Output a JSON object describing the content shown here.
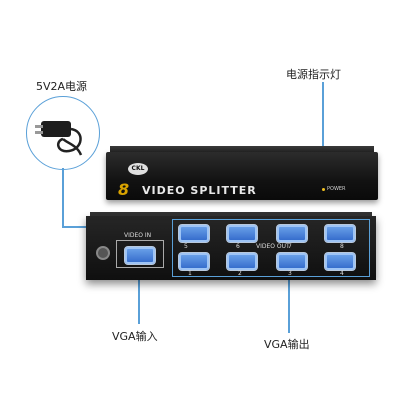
{
  "callouts": {
    "power_adapter": "5V2A电源",
    "power_indicator": "电源指示灯",
    "vga_in": "VGA输入",
    "vga_out": "VGA输出"
  },
  "device": {
    "logo": "CKL",
    "model_number": "8",
    "title": "VIDEO SPLITTER",
    "power_label": "POWER",
    "video_in_label": "VIDEO IN",
    "video_out_label": "VIDEO OUT",
    "port_numbers_top": [
      "5",
      "6",
      "7",
      "8"
    ],
    "port_numbers_bottom": [
      "1",
      "2",
      "3",
      "4"
    ]
  },
  "colors": {
    "callout_line": "#5aa0d8",
    "port_blue": "#2f66c8",
    "chassis": "#111111",
    "accent_gold": "#d9a300"
  }
}
